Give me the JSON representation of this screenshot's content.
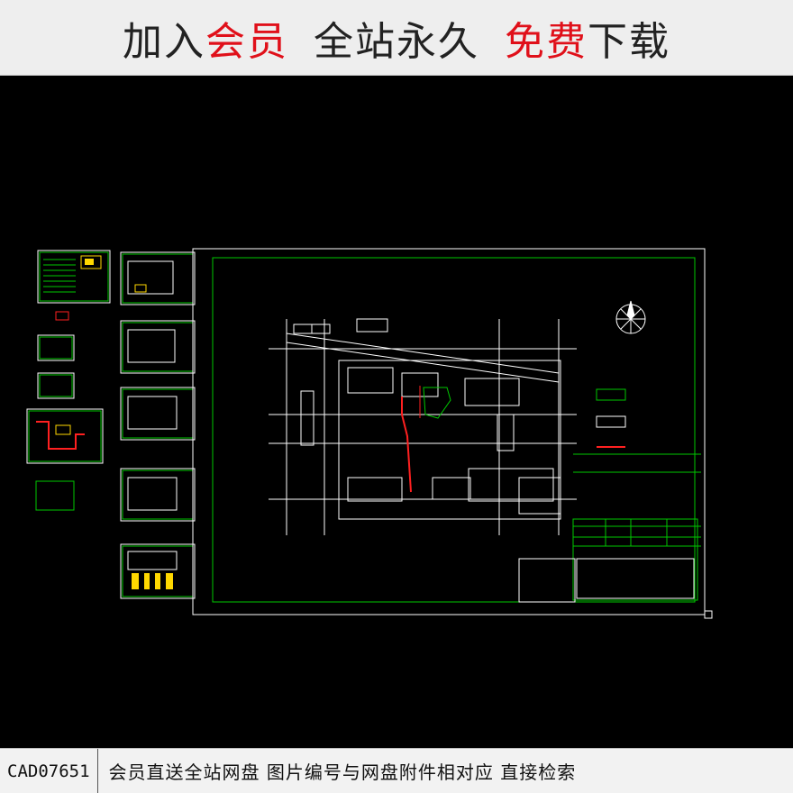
{
  "banner": {
    "part1": "加入",
    "part2": "会员",
    "part3": "全站永久",
    "part4": "免费",
    "part5": "下载"
  },
  "footer": {
    "code": "CAD07651",
    "note": "会员直送全站网盘  图片编号与网盘附件相对应  直接检索"
  },
  "colors": {
    "accent_red": "#e0101a",
    "cad_background": "#000000",
    "frame_white": "#ffffff",
    "frame_green": "#00c800",
    "highlight_red": "#ff2020",
    "highlight_yellow": "#ffd800"
  }
}
